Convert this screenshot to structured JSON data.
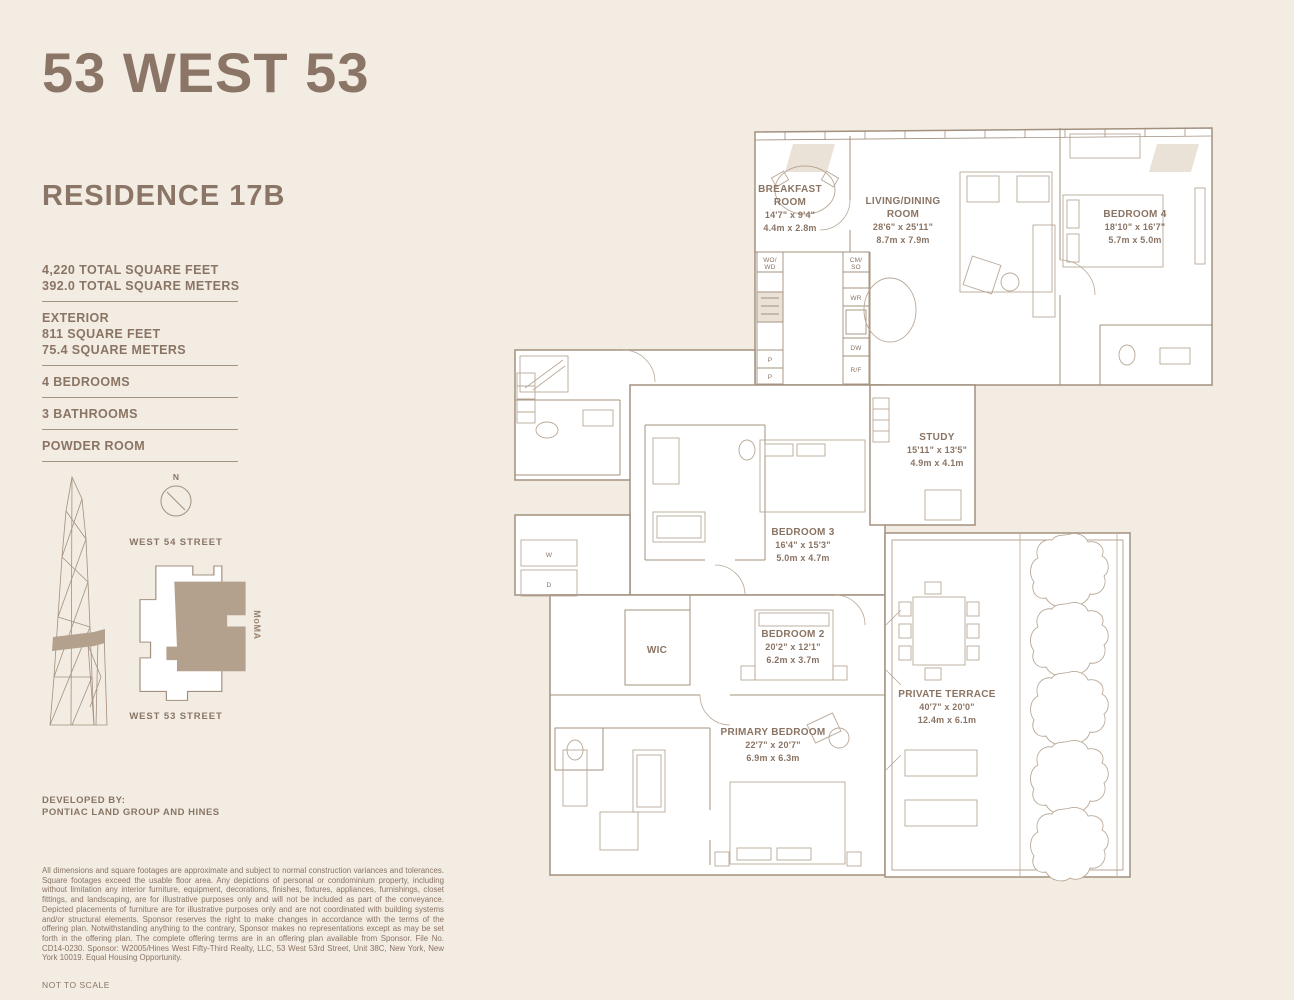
{
  "header": {
    "title": "53 WEST 53",
    "residence": "RESIDENCE 17B"
  },
  "stats": {
    "groups": [
      {
        "lines": [
          "4,220 TOTAL SQUARE FEET",
          "392.0 TOTAL SQUARE METERS"
        ]
      },
      {
        "lines": [
          "EXTERIOR",
          "811 SQUARE FEET",
          "75.4 SQUARE METERS"
        ]
      },
      {
        "lines": [
          "4 BEDROOMS"
        ]
      },
      {
        "lines": [
          "3 BATHROOMS"
        ]
      },
      {
        "lines": [
          "POWDER ROOM"
        ]
      }
    ]
  },
  "locator": {
    "north_label": "N",
    "street_top": "WEST 54 STREET",
    "street_bottom": "WEST 53 STREET",
    "moma_label": "MoMA"
  },
  "developer": {
    "line1": "DEVELOPED BY:",
    "line2": "PONTIAC LAND GROUP AND HINES"
  },
  "legal": {
    "disclaimer": "All dimensions and square footages are approximate and subject to normal construction variances and tolerances. Square footages exceed the usable floor area. Any depictions of personal or condominium property, including without limitation any interior furniture, equipment, decorations, finishes, fixtures, appliances, furnishings, closet fittings, and landscaping, are for illustrative purposes only and will not be included as part of the conveyance. Depicted placements of furniture are for illustrative purposes only and are not coordinated with building systems and/or structural elements. Sponsor reserves the right to make changes in accordance with the terms of the offering plan. Notwithstanding anything to the contrary, Sponsor makes no representations except as may be set forth in the offering plan. The complete offering terms are in an offering plan available from Sponsor. File No. CD14-0230. Sponsor: W2005/Hines West Fifty-Third Realty, LLC, 53 West 53rd Street, Unit 38C, New York, New York 10019. Equal Housing Opportunity.",
    "scale_note": "NOT TO SCALE"
  },
  "plan": {
    "rooms": {
      "breakfast": {
        "lines": [
          "BREAKFAST",
          "ROOM",
          "14'7\" x 9'4\"",
          "4.4m x 2.8m"
        ]
      },
      "living": {
        "lines": [
          "LIVING/DINING",
          "ROOM",
          "28'6\" x 25'11\"",
          "8.7m x 7.9m"
        ]
      },
      "bedroom4": {
        "lines": [
          "BEDROOM 4",
          "18'10\" x 16'7\"",
          "5.7m x 5.0m"
        ]
      },
      "study": {
        "lines": [
          "STUDY",
          "15'11\" x 13'5\"",
          "4.9m x 4.1m"
        ]
      },
      "bedroom3": {
        "lines": [
          "BEDROOM 3",
          "16'4\" x 15'3\"",
          "5.0m x 4.7m"
        ]
      },
      "bedroom2": {
        "lines": [
          "BEDROOM 2",
          "20'2\" x 12'1\"",
          "6.2m x 3.7m"
        ]
      },
      "wic": {
        "lines": [
          "WIC"
        ]
      },
      "primary": {
        "lines": [
          "PRIMARY BEDROOM",
          "22'7\" x 20'7\"",
          "6.9m x 6.3m"
        ]
      },
      "terrace": {
        "lines": [
          "PRIVATE TERRACE",
          "40'7\" x 20'0\"",
          "12.4m x 6.1m"
        ]
      }
    },
    "appliances": {
      "wo": "WO/",
      "wd": "WD",
      "cm": "CM/",
      "so": "SO",
      "wr": "WR",
      "dw": "DW",
      "rf": "R/F",
      "p1": "P",
      "p2": "P",
      "w": "W",
      "d": "D"
    }
  },
  "colors": {
    "background": "#f2ece3",
    "ink": "#8a7464",
    "wall": "#a3907e",
    "shade": "#b3a08d"
  }
}
